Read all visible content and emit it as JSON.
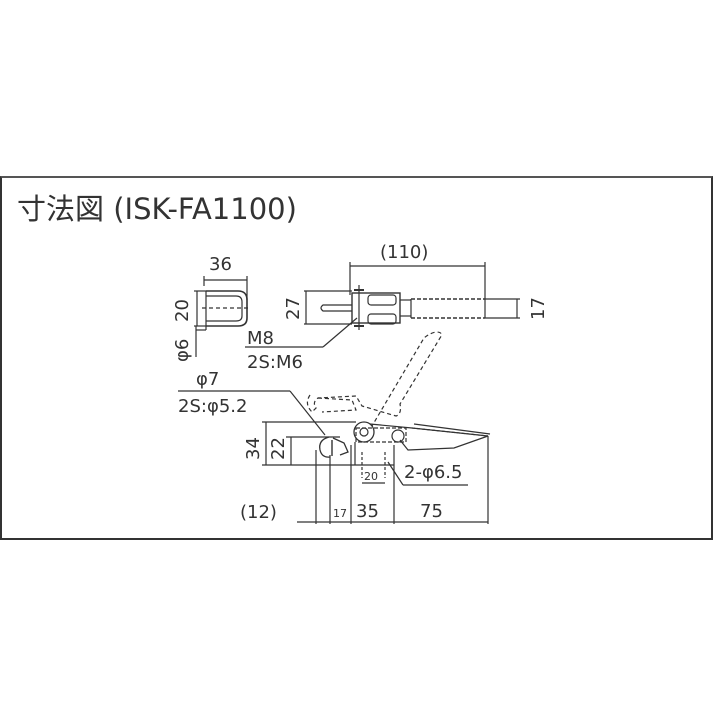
{
  "drawing": {
    "title": "寸法図 (ISK-FA1100)",
    "model": "ISK-FA1100",
    "title_prefix": "寸法図",
    "views": {
      "end_view": {
        "width": "36",
        "height": "20",
        "hole": "φ6"
      },
      "top_view": {
        "overall_length": "(110)",
        "height": "27",
        "handle_width": "17",
        "bolt_label_1": "M8",
        "bolt_label_2": "2S:M6"
      },
      "side_view": {
        "hole_label_1": "φ7",
        "hole_label_2": "2S:φ5.2",
        "total_height": "34",
        "base_height": "22",
        "mount_holes": "2-φ6.5",
        "hole_pitch": "20",
        "dim_offset": "(12)",
        "dim_17": "17",
        "dim_35": "35",
        "dim_75": "75"
      }
    },
    "colors": {
      "line": "#333333",
      "frame": "#333333",
      "background": "#ffffff"
    }
  }
}
